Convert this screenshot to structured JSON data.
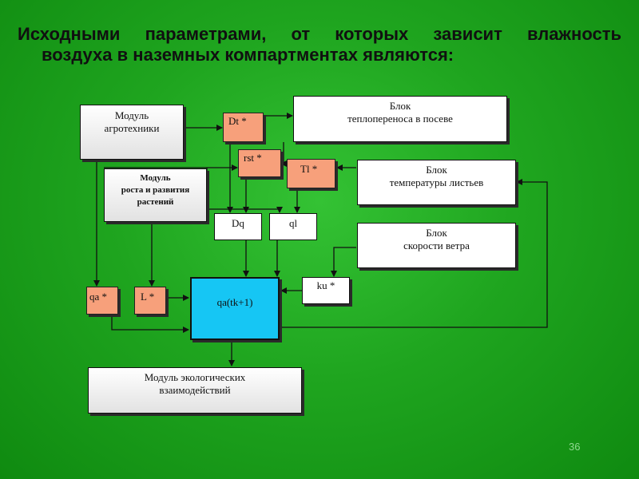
{
  "title": {
    "line1_words": [
      "Исходными",
      "параметрами,",
      "от",
      "которых",
      "зависит",
      "влажность"
    ],
    "line2": "воздуха в наземных компартментах являются:"
  },
  "blocks": {
    "module_agro": [
      "Модуль",
      "агротехники"
    ],
    "module_growth": [
      "Модуль",
      "роста и развития",
      "растений"
    ],
    "block_heat": [
      "Блок",
      "теплопереноса в посеве"
    ],
    "block_leaf_temp": [
      "Блок",
      "температуры листьев"
    ],
    "block_wind": [
      "Блок",
      "скорости ветра"
    ],
    "module_eco": [
      "Модуль экологических",
      "взаимодействий"
    ]
  },
  "params": {
    "dt": "Dt *",
    "rst": "rst *",
    "tl": "Tl *",
    "dq": "Dq",
    "ql": "ql",
    "ku": "ku *",
    "qa": "qa *",
    "l": "L *",
    "qa_next": "qa(tk+1)"
  },
  "page_number": "36",
  "colors": {
    "background": "#1fa51f",
    "param_box": "#f7a07b",
    "core_box": "#16c6f4",
    "lines": "#111111"
  }
}
